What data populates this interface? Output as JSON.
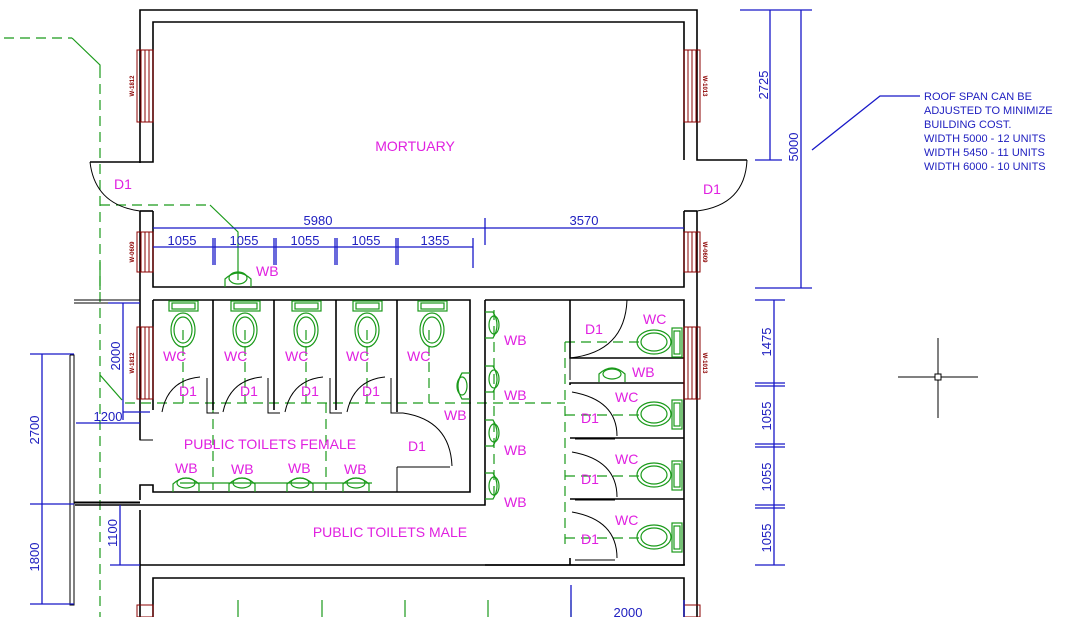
{
  "drawing": {
    "type": "architectural floor plan",
    "rooms": {
      "mortuary": "MORTUARY",
      "female_toilets": "PUBLIC TOILETS FEMALE",
      "male_toilets": "PUBLIC TOILETS MALE"
    },
    "fixture_labels": {
      "door": "D1",
      "water_closet": "WC",
      "wash_basin": "WB"
    },
    "window_tags": [
      "W-1812",
      "W-1013",
      "W-0609",
      "W-0609",
      "W-1812",
      "W-1013"
    ],
    "note": {
      "lines": [
        "ROOF SPAN CAN BE",
        "ADJUSTED TO MINIMIZE",
        "BUILDING COST.",
        "WIDTH 5000 - 12 UNITS",
        "WIDTH 5450 - 11 UNITS",
        "WIDTH 6000 - 10 UNITS"
      ]
    },
    "dimensions": {
      "overall_top": "5980",
      "right_segment": "3570",
      "bays": [
        "1055",
        "1055",
        "1055",
        "1055",
        "1355"
      ],
      "height_upper": "2725",
      "height_total": "5000",
      "right_stack": [
        "1475",
        "1055",
        "1055",
        "1055"
      ],
      "left_2000": "2000",
      "left_1200": "1200",
      "left_2700": "2700",
      "left_1800": "1800",
      "left_1100": "1100",
      "bottom_2000": "2000"
    },
    "colors": {
      "walls": "#000000",
      "dimensions": "#2020c0",
      "labels": "#e020e0",
      "plumbing": "#1a9a1a",
      "windows": "#8b0000"
    }
  }
}
